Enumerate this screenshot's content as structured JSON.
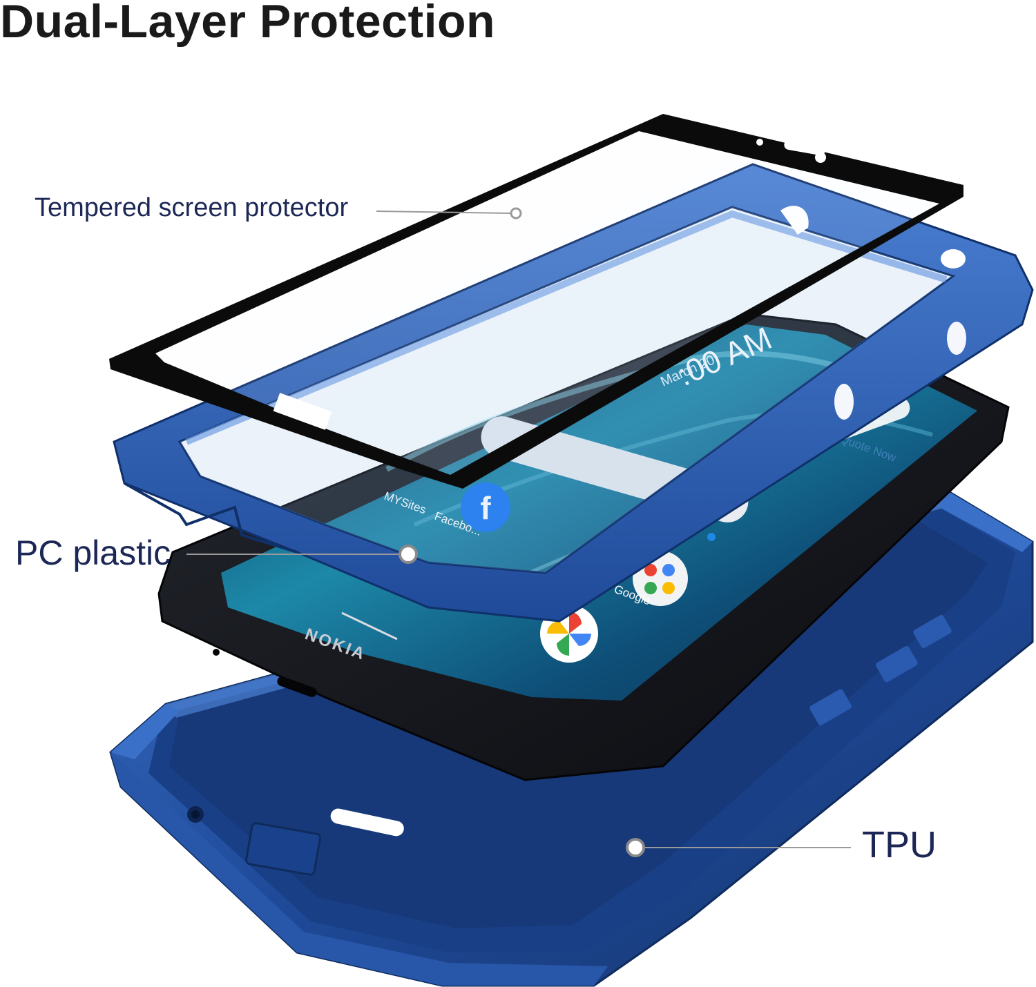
{
  "title": "Dual-Layer Protection",
  "callouts": {
    "tempered": "Tempered screen protector",
    "pc": "PC plastic",
    "tpu": "TPU"
  },
  "phone": {
    "brand": "NOKIA",
    "lock_time": ":00 AM",
    "lock_date": "March 20",
    "apps": [
      "MYSites",
      "Facebo...",
      "Google"
    ],
    "chip_text": "Quote Now"
  },
  "colors": {
    "case_blue": "#1f4a99",
    "case_dark": "#15346d",
    "case_light": "#3a6fc4",
    "glass_black": "#0b0b0b",
    "phone_black": "#111318",
    "label_text": "#1c2756",
    "leader_line": "#9a9a9a"
  },
  "icons": [
    "facebook-icon",
    "google-apps-icon",
    "photos-pinwheel-icon",
    "mic-icon"
  ]
}
